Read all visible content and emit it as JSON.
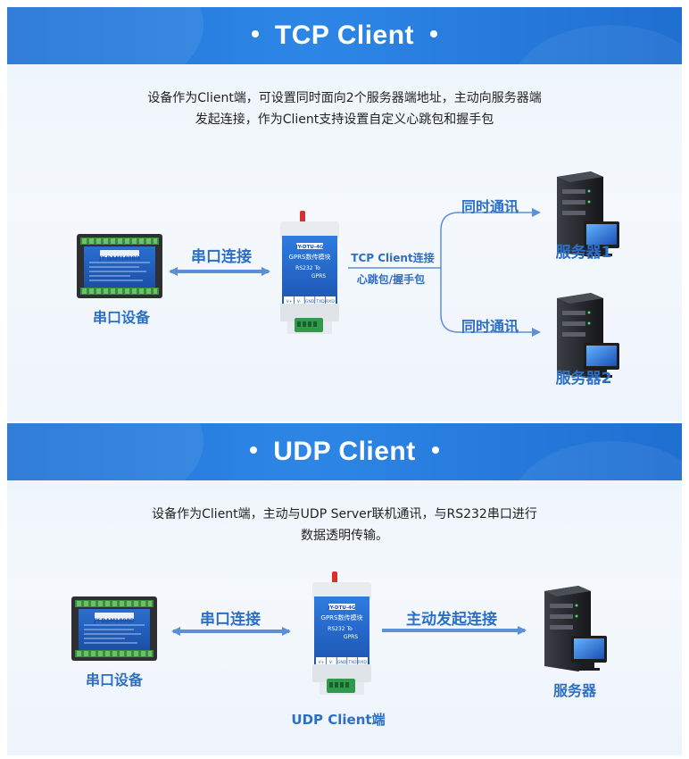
{
  "tcp": {
    "title": "TCP Client",
    "desc_line1": "设备作为Client端，可设置同时面向2个服务器端地址，主动向服务器端",
    "desc_line2": "发起连接，作为Client支持设置自定义心跳包和握手包",
    "serial_label": "串口设备",
    "serial_link_label": "串口连接",
    "tcp_link_label": "TCP Client连接",
    "heartbeat_label": "心跳包/握手包",
    "sync_comm_top": "同时通讯",
    "sync_comm_bottom": "同时通讯",
    "server1": "服务器1",
    "server2": "服务器2"
  },
  "udp": {
    "title": "UDP Client",
    "desc_line1": "设备作为Client端，主动与UDP Server联机通讯，与RS232串口进行",
    "desc_line2": "数据透明传输。",
    "serial_label": "串口设备",
    "serial_link_label": "串口连接",
    "active_link_label": "主动发起连接",
    "server": "服务器",
    "client_label": "UDP Client端"
  },
  "module_device": {
    "model": "JY-DTU-4G",
    "name": "GPRS数传模块",
    "line1": "RS232 To",
    "line2": "GPRS",
    "terminals": [
      "V+",
      "V-",
      "GND",
      "TXD",
      "RXD"
    ]
  },
  "io_device": {
    "model": "JY-DAM1808D"
  },
  "colors": {
    "band": "#2274d6",
    "accent_text": "#2d6fc4",
    "arrow": "#5b8fd8"
  }
}
